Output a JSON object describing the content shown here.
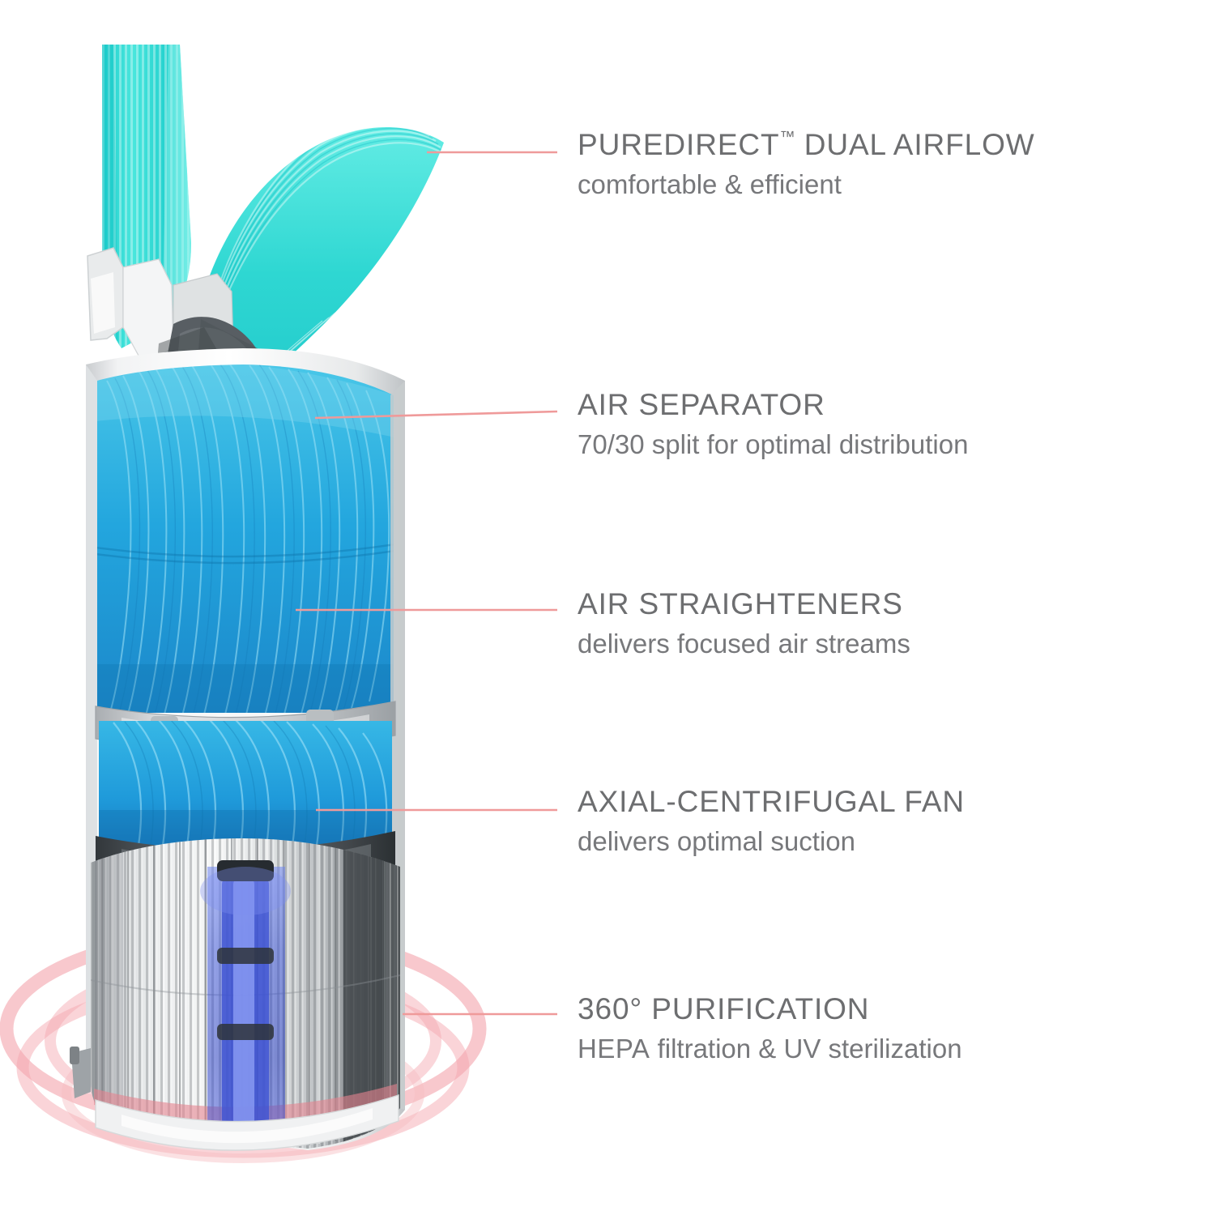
{
  "page": {
    "background_color": "#ffffff",
    "product": "air purifier cutaway diagram",
    "heading_color": "#6d6e70",
    "subtext_color": "#77787b",
    "leader_line_color": "#ef9a9a",
    "airflow_color": "#35d9d2",
    "airflow_color_deep": "#1ba7dd",
    "purification_ring_color": "#f4a6ae",
    "uv_color": "#4a62d8"
  },
  "callouts": [
    {
      "id": "puredirect-dual-airflow",
      "title": "PUREDIRECT",
      "title_tm": "™",
      "title_rest": " DUAL AIRFLOW",
      "subtitle": "comfortable & efficient"
    },
    {
      "id": "air-separator",
      "title": "AIR SEPARATOR",
      "title_tm": "",
      "title_rest": "",
      "subtitle": "70/30 split for optimal distribution"
    },
    {
      "id": "air-straighteners",
      "title": "AIR STRAIGHTENERS",
      "title_tm": "",
      "title_rest": "",
      "subtitle": "delivers focused air streams"
    },
    {
      "id": "axial-centrifugal-fan",
      "title": "AXIAL-CENTRIFUGAL FAN",
      "title_tm": "",
      "title_rest": "",
      "subtitle": "delivers optimal suction"
    },
    {
      "id": "360-purification",
      "title": "360° PURIFICATION",
      "title_tm": "",
      "title_rest": "",
      "subtitle_lead": "HEPA",
      "subtitle": " filtration & UV sterilization"
    }
  ],
  "diagram_parts": [
    {
      "name": "air-outlet-vertical-stream",
      "label": "vertical cyan air stream"
    },
    {
      "name": "air-outlet-fan-stream",
      "label": "curved cyan fan air stream"
    },
    {
      "name": "top-cap",
      "label": "white top cap"
    },
    {
      "name": "air-separator-vane",
      "label": "dark gray separator vane"
    },
    {
      "name": "air-straightener-blades",
      "label": "blue straightener blades"
    },
    {
      "name": "mid-divider-ring",
      "label": "gray divider ring"
    },
    {
      "name": "axial-centrifugal-fan",
      "label": "blue fan blades"
    },
    {
      "name": "fan-housing",
      "label": "dark gray fan housing"
    },
    {
      "name": "hepa-filter",
      "label": "ribbed cylindrical HEPA filter"
    },
    {
      "name": "uv-lamp",
      "label": "blue UV sterilization lamp"
    },
    {
      "name": "base",
      "label": "white base"
    },
    {
      "name": "purification-rings",
      "label": "pink 360 degree purification rings"
    }
  ]
}
